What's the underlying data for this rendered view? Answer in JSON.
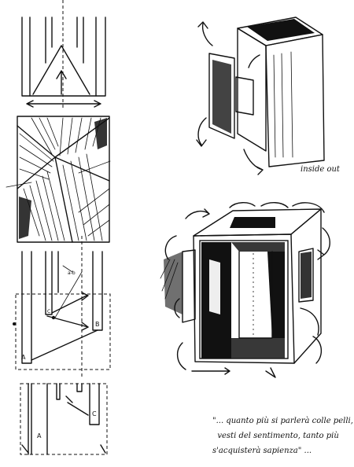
{
  "annotations": {
    "inside_out": "inside out",
    "quote": "\"... quanto più si parlerà colle pelli,\n  vesti del sentimento, tanto più\ns'acquisterà sapienza\" ...",
    "label_a_top": "A",
    "label_b": "B",
    "label_c_small": "C",
    "label_ab_small": "a-b",
    "label_a_bottom": "A",
    "label_c_bottom": "C"
  }
}
